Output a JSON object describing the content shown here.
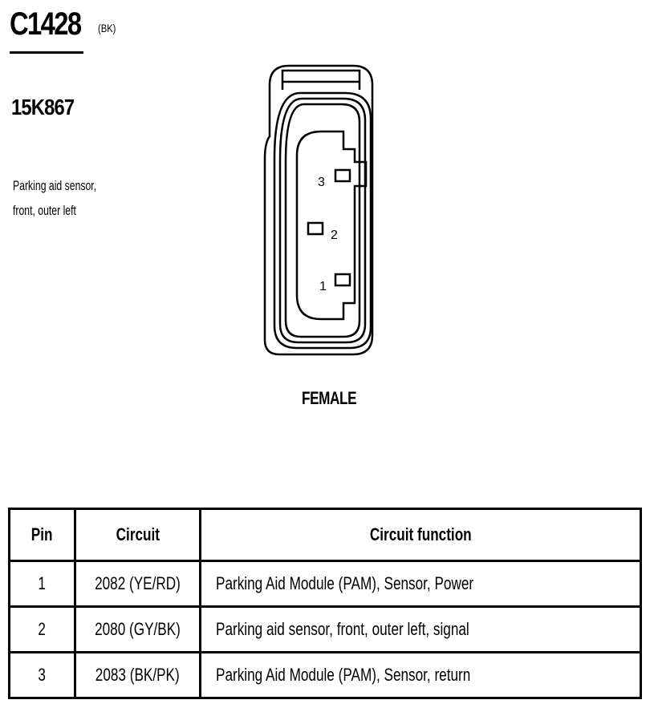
{
  "connector": {
    "id": "C1428",
    "color_code": "(BK)",
    "part_number": "15K867",
    "description_lines": [
      "Parking aid sensor,",
      "front, outer left"
    ],
    "gender": "FEMALE",
    "pin_labels": [
      "1",
      "2",
      "3"
    ]
  },
  "table": {
    "headers": [
      "Pin",
      "Circuit",
      "Circuit function"
    ],
    "rows": [
      {
        "pin": "1",
        "circuit": "2082 (YE/RD)",
        "function": "Parking Aid Module (PAM), Sensor, Power"
      },
      {
        "pin": "2",
        "circuit": "2080 (GY/BK)",
        "function": "Parking aid sensor, front, outer left, signal"
      },
      {
        "pin": "3",
        "circuit": "2083 (BK/PK)",
        "function": "Parking Aid Module (PAM), Sensor, return"
      }
    ]
  }
}
